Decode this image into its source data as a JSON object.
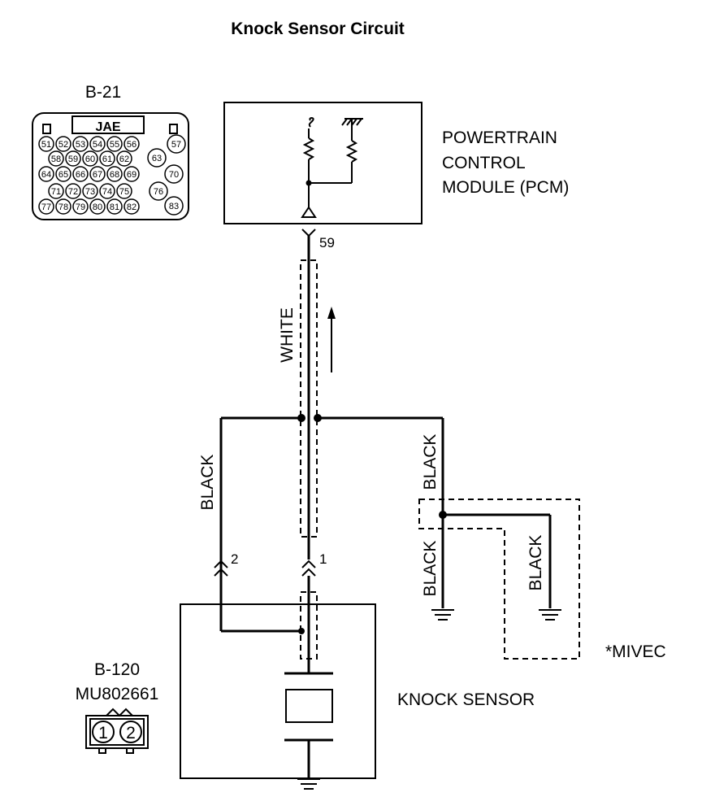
{
  "title": "Knock Sensor Circuit",
  "connector_b21": {
    "id": "B-21",
    "maker": "JAE",
    "row1": [
      "51",
      "52",
      "53",
      "54",
      "55",
      "56",
      "57"
    ],
    "row2": [
      "58",
      "59",
      "60",
      "61",
      "62",
      "63"
    ],
    "row3": [
      "64",
      "65",
      "66",
      "67",
      "68",
      "69",
      "70"
    ],
    "row4": [
      "71",
      "72",
      "73",
      "74",
      "75",
      "76"
    ],
    "row5": [
      "77",
      "78",
      "79",
      "80",
      "81",
      "82",
      "83"
    ]
  },
  "pcm": {
    "line1": "POWERTRAIN",
    "line2": "CONTROL",
    "line3": "MODULE (PCM)",
    "pin": "59"
  },
  "wires": {
    "signal": "WHITE",
    "left": "BLACK",
    "right_upper": "BLACK",
    "ground_left": "BLACK",
    "ground_right": "BLACK"
  },
  "sensor_pins": {
    "pin2": "2",
    "pin1": "1"
  },
  "knock_sensor": {
    "label": "KNOCK SENSOR"
  },
  "connector_b120": {
    "id": "B-120",
    "part": "MU802661",
    "pin1": "1",
    "pin2": "2"
  },
  "note": "*MIVEC"
}
